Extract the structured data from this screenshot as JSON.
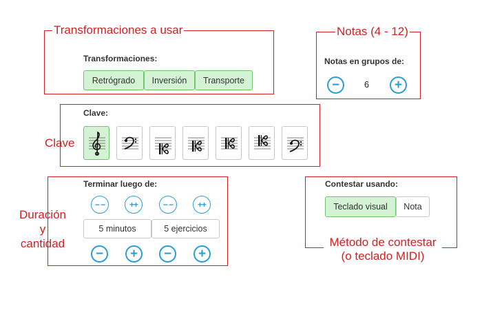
{
  "annotations": {
    "transformaciones": "Transformaciones a usar",
    "notas": "Notas (4 - 12)",
    "clave": "Clave",
    "duracion_lines": [
      "Duración",
      "y",
      "cantidad"
    ],
    "metodo_lines": [
      "Método de contestar",
      "(o teclado MIDI)"
    ]
  },
  "transformaciones": {
    "label": "Transformaciones:",
    "options": [
      {
        "label": "Retrógrado",
        "selected": true
      },
      {
        "label": "Inversión",
        "selected": true
      },
      {
        "label": "Transporte",
        "selected": true
      }
    ]
  },
  "notas": {
    "label": "Notas en grupos de:",
    "value": "6",
    "minus": "−",
    "plus": "+"
  },
  "clave": {
    "label": "Clave:",
    "clefs": [
      {
        "icon": "treble-clef-icon",
        "selected": true
      },
      {
        "icon": "bass-clef-icon",
        "selected": false
      },
      {
        "icon": "c-clef-icon",
        "selected": false
      },
      {
        "icon": "c-clef-icon",
        "selected": false
      },
      {
        "icon": "c-clef-icon",
        "selected": false
      },
      {
        "icon": "c-clef-icon",
        "selected": false
      },
      {
        "icon": "bass-clef-icon",
        "selected": false
      }
    ]
  },
  "terminar": {
    "label": "Terminar luego de:",
    "big_minus": "− −",
    "big_plus": "++",
    "minus": "−",
    "plus": "+",
    "minutes": "5 minutos",
    "exercises": "5 ejercicios"
  },
  "contestar": {
    "label": "Contestar usando:",
    "options": [
      {
        "label": "Teclado visual",
        "selected": true
      },
      {
        "label": "Nota",
        "selected": false
      }
    ]
  },
  "colors": {
    "annotation": "#d21f1f",
    "selected_bg": "#d4f3d4",
    "selected_border": "#72c272",
    "stepper": "#2a9fd6"
  }
}
